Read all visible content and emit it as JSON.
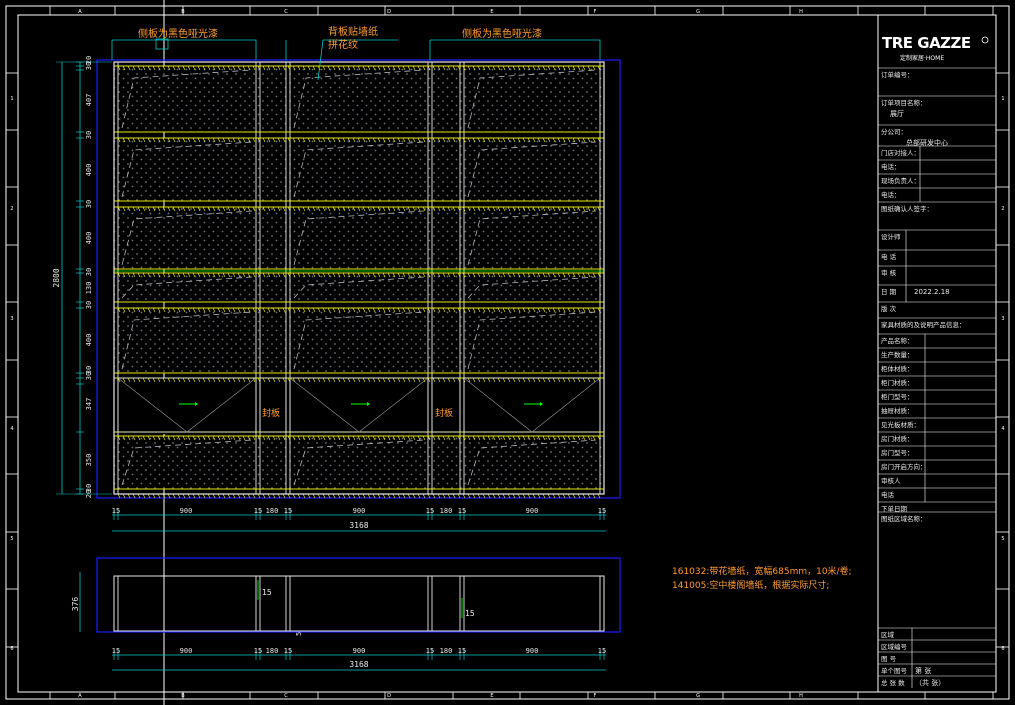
{
  "colors": {
    "background": "#000000",
    "frame": "#ffffff",
    "cabinet": "#e8e8e8",
    "shelf": "#ffff00",
    "outline_blue": "#1a1aff",
    "dim": "#00c8c8",
    "note": "#ff9a2e",
    "pattern": "#6e6e7a",
    "arrow": "#00ff00",
    "title_text": "#e8e8e8"
  },
  "notes": {
    "left_side_panel": "侧板为黑色哑光漆",
    "back_panel_line1": "背板贴墙纸",
    "back_panel_line2": "拼花纹",
    "right_side_panel": "侧板为黑色哑光漆",
    "seal_board": "封板",
    "wallpaper_1": "161032:带花墙纸，宽幅685mm，10米/卷;",
    "wallpaper_2": "141005:空中楼阁墙纸，根据实际尺寸;"
  },
  "dimensions": {
    "overall_height": "2800",
    "vertical": [
      "20",
      "30",
      "407",
      "30",
      "400",
      "30",
      "400",
      "30",
      "130",
      "30",
      "400",
      "30",
      "30",
      "347",
      "350",
      "30",
      "20"
    ],
    "horizontal": [
      "15",
      "900",
      "15",
      "180",
      "15",
      "900",
      "15",
      "180",
      "15",
      "900",
      "15"
    ],
    "overall_width": "3168",
    "plan_depth": "376",
    "plan_panel_1": "15",
    "plan_panel_2": "15",
    "plan_offset": "5"
  },
  "title_block": {
    "logo_main": "TRE GAZZE",
    "logo_sub": "定制家居·HOME",
    "order_no_label": "订单编号：",
    "project_label": "订单项目名称：",
    "project_value": "展厅",
    "company_label": "分公司：",
    "company_value": "总部研发中心",
    "store_contact_label": "门店对接人：",
    "phone_label_1": "电话：",
    "site_manager_label": "现场负责人：",
    "phone_label_2": "电话：",
    "confirm_label": "图纸确认人签字：",
    "designer_label": "设计师",
    "phone_label_3": "电 话",
    "review_label": "审 核",
    "date_label": "日 期",
    "date_value": "2022.2.18",
    "version_label": "版 次",
    "product_info": "家具材质的及说明产品信息：",
    "product_name": "产品名称：",
    "quantity": "生产数量：",
    "body_material": "柜体材质：",
    "door_material": "柜门材质：",
    "door_model": "柜门型号：",
    "drawer_material": "抽屉材质：",
    "background_material": "见光板材质：",
    "room_door_material": "房门材质：",
    "room_door_model": "房门型号：",
    "door_direction": "房门开启方向：",
    "reviewer": "审核人",
    "phone_label_4": "电话",
    "order_date": "下单日期",
    "area_name": "图纸区域名称：",
    "area": "区域",
    "area_no": "区域编号",
    "drawing_no": "图 号",
    "sheet_label": "单个图号",
    "sheet_value": "第 张",
    "total_label": "总 张 数",
    "total_value": "（共 张）"
  },
  "border_letters": [
    "A",
    "B",
    "C",
    "D",
    "E",
    "F",
    "G",
    "H"
  ],
  "border_numbers": [
    "1",
    "2",
    "3",
    "4",
    "5",
    "6"
  ]
}
